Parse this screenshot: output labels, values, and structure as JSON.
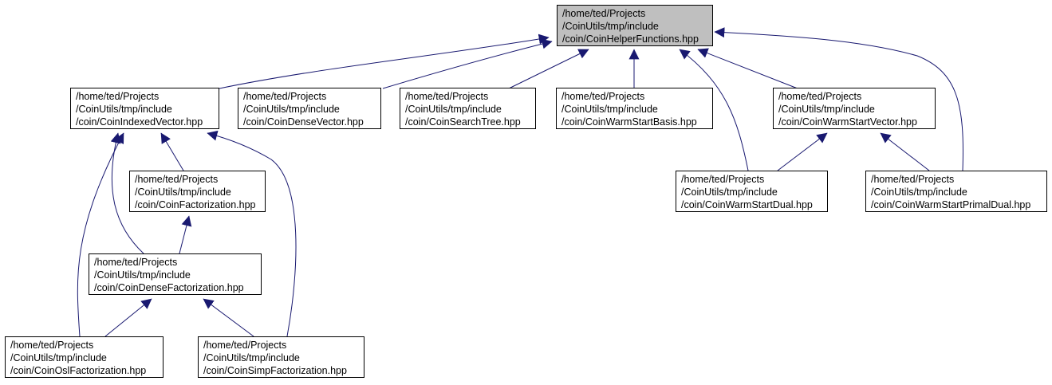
{
  "graph": {
    "edge_color": "#191970",
    "root_fill": "#bfbfbf",
    "nodes": {
      "helper": {
        "lines": [
          "/home/ted/Projects",
          "/CoinUtils/tmp/include",
          "/coin/CoinHelperFunctions.hpp"
        ]
      },
      "indexed": {
        "lines": [
          "/home/ted/Projects",
          "/CoinUtils/tmp/include",
          "/coin/CoinIndexedVector.hpp"
        ]
      },
      "densevec": {
        "lines": [
          "/home/ted/Projects",
          "/CoinUtils/tmp/include",
          "/coin/CoinDenseVector.hpp"
        ]
      },
      "search": {
        "lines": [
          "/home/ted/Projects",
          "/CoinUtils/tmp/include",
          "/coin/CoinSearchTree.hpp"
        ]
      },
      "wsbasis": {
        "lines": [
          "/home/ted/Projects",
          "/CoinUtils/tmp/include",
          "/coin/CoinWarmStartBasis.hpp"
        ]
      },
      "wsvector": {
        "lines": [
          "/home/ted/Projects",
          "/CoinUtils/tmp/include",
          "/coin/CoinWarmStartVector.hpp"
        ]
      },
      "factor": {
        "lines": [
          "/home/ted/Projects",
          "/CoinUtils/tmp/include",
          "/coin/CoinFactorization.hpp"
        ]
      },
      "wsdual": {
        "lines": [
          "/home/ted/Projects",
          "/CoinUtils/tmp/include",
          "/coin/CoinWarmStartDual.hpp"
        ]
      },
      "wsprimal": {
        "lines": [
          "/home/ted/Projects",
          "/CoinUtils/tmp/include",
          "/coin/CoinWarmStartPrimalDual.hpp"
        ]
      },
      "densefactor": {
        "lines": [
          "/home/ted/Projects",
          "/CoinUtils/tmp/include",
          "/coin/CoinDenseFactorization.hpp"
        ]
      },
      "oslfactor": {
        "lines": [
          "/home/ted/Projects",
          "/CoinUtils/tmp/include",
          "/coin/CoinOslFactorization.hpp"
        ]
      },
      "simpfactor": {
        "lines": [
          "/home/ted/Projects",
          "/CoinUtils/tmp/include",
          "/coin/CoinSimpFactorization.hpp"
        ]
      }
    }
  }
}
